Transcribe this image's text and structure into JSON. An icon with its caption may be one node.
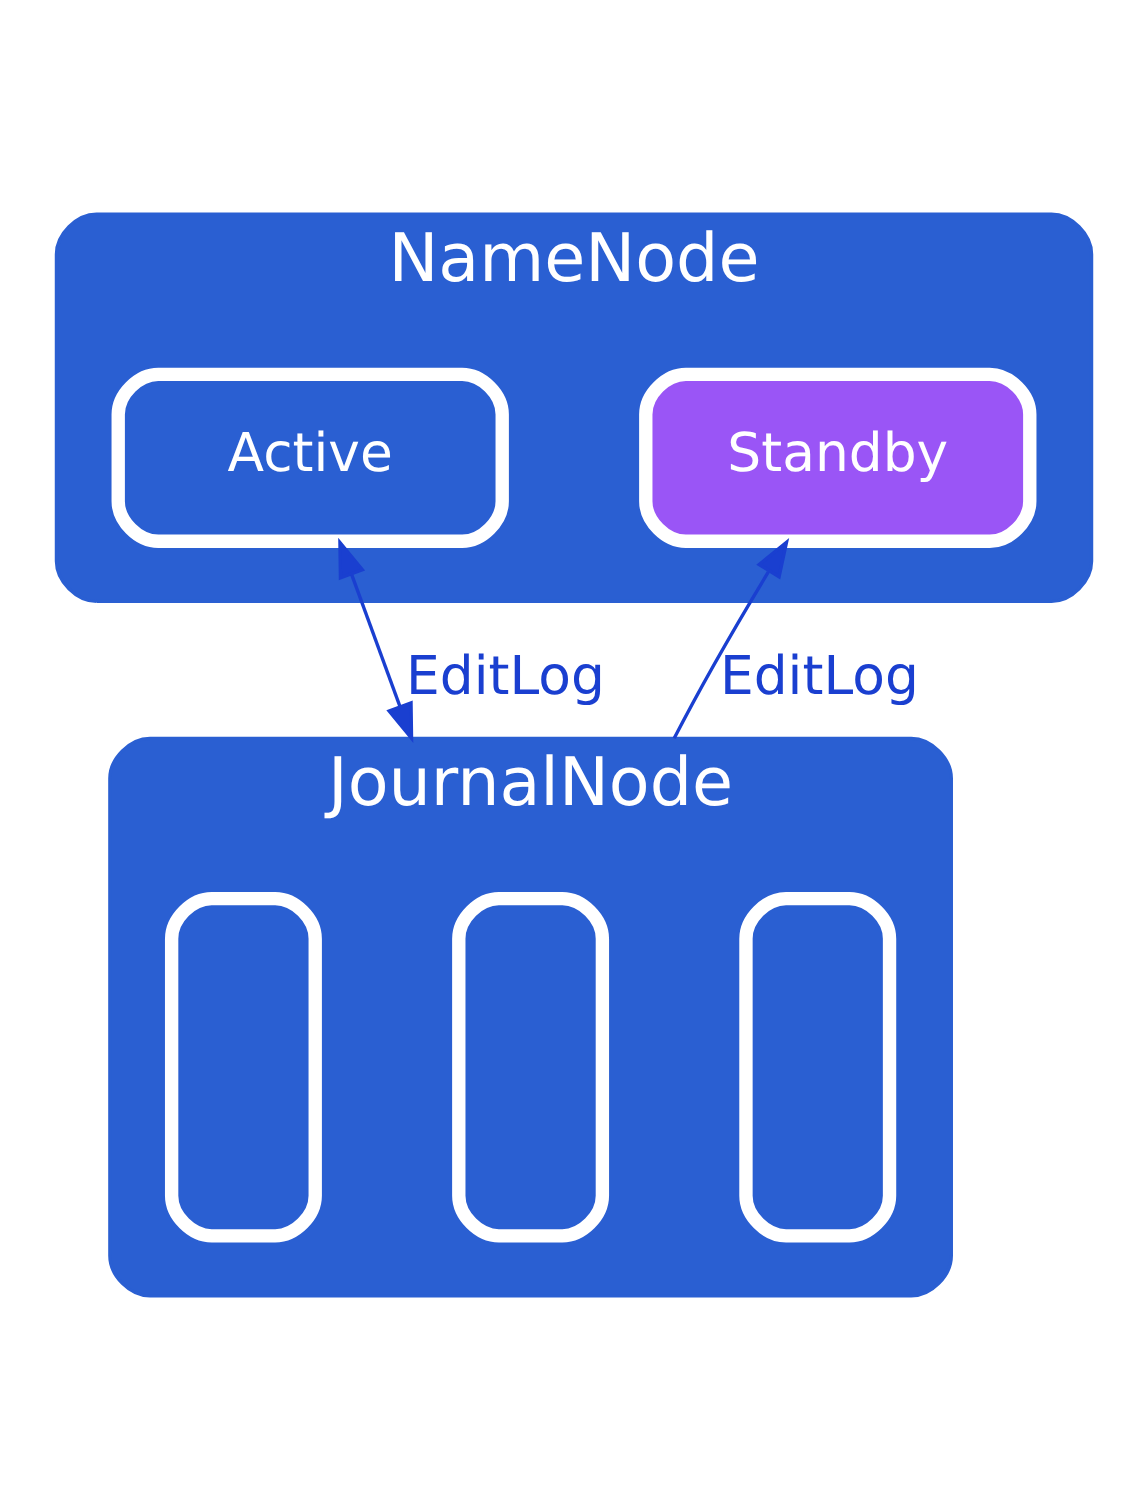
{
  "diagram": {
    "nodes": [
      {
        "text": [
          "NameNode"
        ]
      },
      {
        "text": [
          "Active"
        ],
        "in": 0
      },
      {
        "text": [
          "Standby"
        ],
        "in": 0
      },
      {
        "text": [
          "JournalNode"
        ]
      },
      {
        "text": [],
        "shape": "box",
        "in": 3
      },
      {
        "text": [],
        "shape": "box",
        "in": 3
      },
      {
        "text": [],
        "shape": "box",
        "in": 3
      }
    ],
    "edges": [
      {
        "from": 1,
        "to": 3,
        "arrow": "both",
        "label": "EditLog"
      },
      {
        "from": 3,
        "to": 2,
        "arrow": "to",
        "label": "EditLog"
      }
    ]
  }
}
